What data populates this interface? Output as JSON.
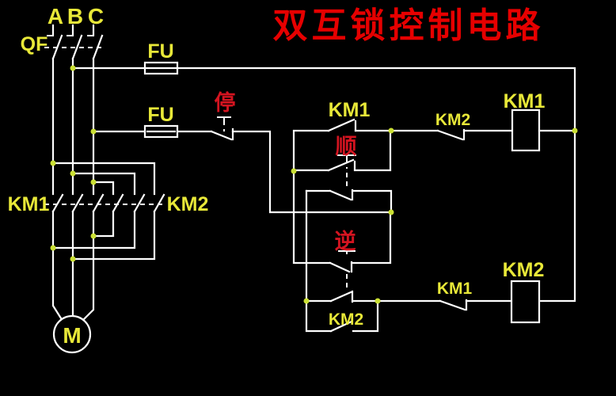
{
  "title": {
    "text": "双互锁控制电路"
  },
  "colors": {
    "background": "#000000",
    "wire": "#ffffff",
    "label_yellow": "#e8e838",
    "button_red": "#d41420",
    "title_red": "#e60000",
    "junction": "#cbe034"
  },
  "power_section": {
    "phase_a": "A",
    "phase_b": "B",
    "phase_c": "C",
    "breaker": "QF",
    "fuse_main": "FU",
    "fuse_control": "FU"
  },
  "main_circuit": {
    "km1_contacts": "KM1",
    "km2_contacts": "KM2",
    "motor": "M"
  },
  "control_circuit": {
    "stop_button": "停",
    "forward_button": "顺",
    "reverse_button": "逆",
    "km1_selfhold_contact": "KM1",
    "km2_interlock_contact": "KM2",
    "km1_coil": "KM1",
    "km2_selfhold_contact": "KM2",
    "km1_interlock_contact": "KM1",
    "km2_coil": "KM2"
  }
}
